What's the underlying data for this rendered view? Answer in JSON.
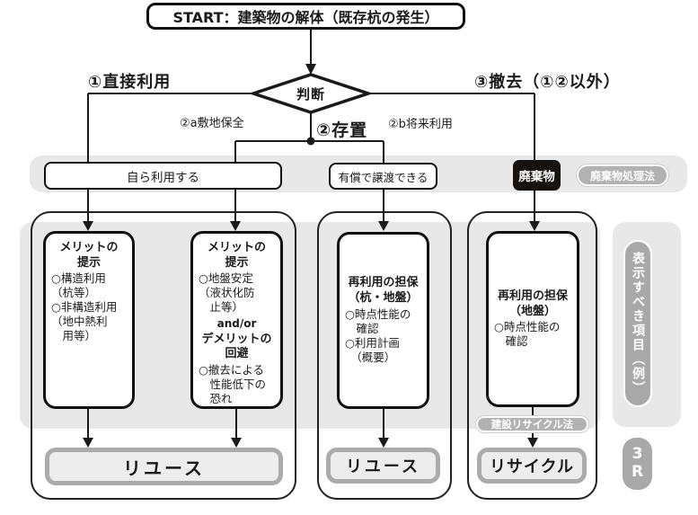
{
  "title": "START：建築物の解体（既存杭の発生）",
  "decision": {
    "label": "判断"
  },
  "branches": {
    "direct_use": "①直接利用",
    "leave_in_place": "②存置",
    "site_preservation": "②a敷地保全",
    "future_use": "②b将来利用",
    "removal": "③撤去（①②以外）"
  },
  "row1": {
    "self_use": "自ら利用する",
    "paid_transfer": "有償で譲渡できる",
    "waste": "廃棄物",
    "waste_law": "廃棄物処理法"
  },
  "columns": [
    {
      "title": "メリットの\n提示",
      "body": "○構造利用\n（杭等）\n○非構造利用\n（地中熱利\n　用等）"
    },
    {
      "title": "メリットの\n提示",
      "body1": "○地盤安定\n（液状化防\n　止等）",
      "connector": "and/or",
      "title2": "デメリットの\n回避",
      "body2": "○撤去による\n　性能低下の\n　恐れ"
    },
    {
      "title": "再利用の担保\n（杭・地盤）",
      "body": "○時点性能の\n　確認\n○利用計画\n　（概要）"
    },
    {
      "title": "再利用の担保\n（地盤）",
      "body": "○時点性能の\n　確認"
    }
  ],
  "outcomes": {
    "reuse_left": "リユース",
    "reuse_mid": "リユース",
    "recycle": "リサイクル"
  },
  "side": {
    "display_items_label": "表示すべき項目（例）",
    "three_r": "3\nR",
    "recycle_law": "建設リサイクル法"
  },
  "colors": {
    "underlay_gray": "#e8e8e8",
    "pill_gray": "#b2b2b2",
    "outcome_border_gray": "#ababab",
    "line_black": "#1a1a1a",
    "waste_black": "#161210"
  }
}
